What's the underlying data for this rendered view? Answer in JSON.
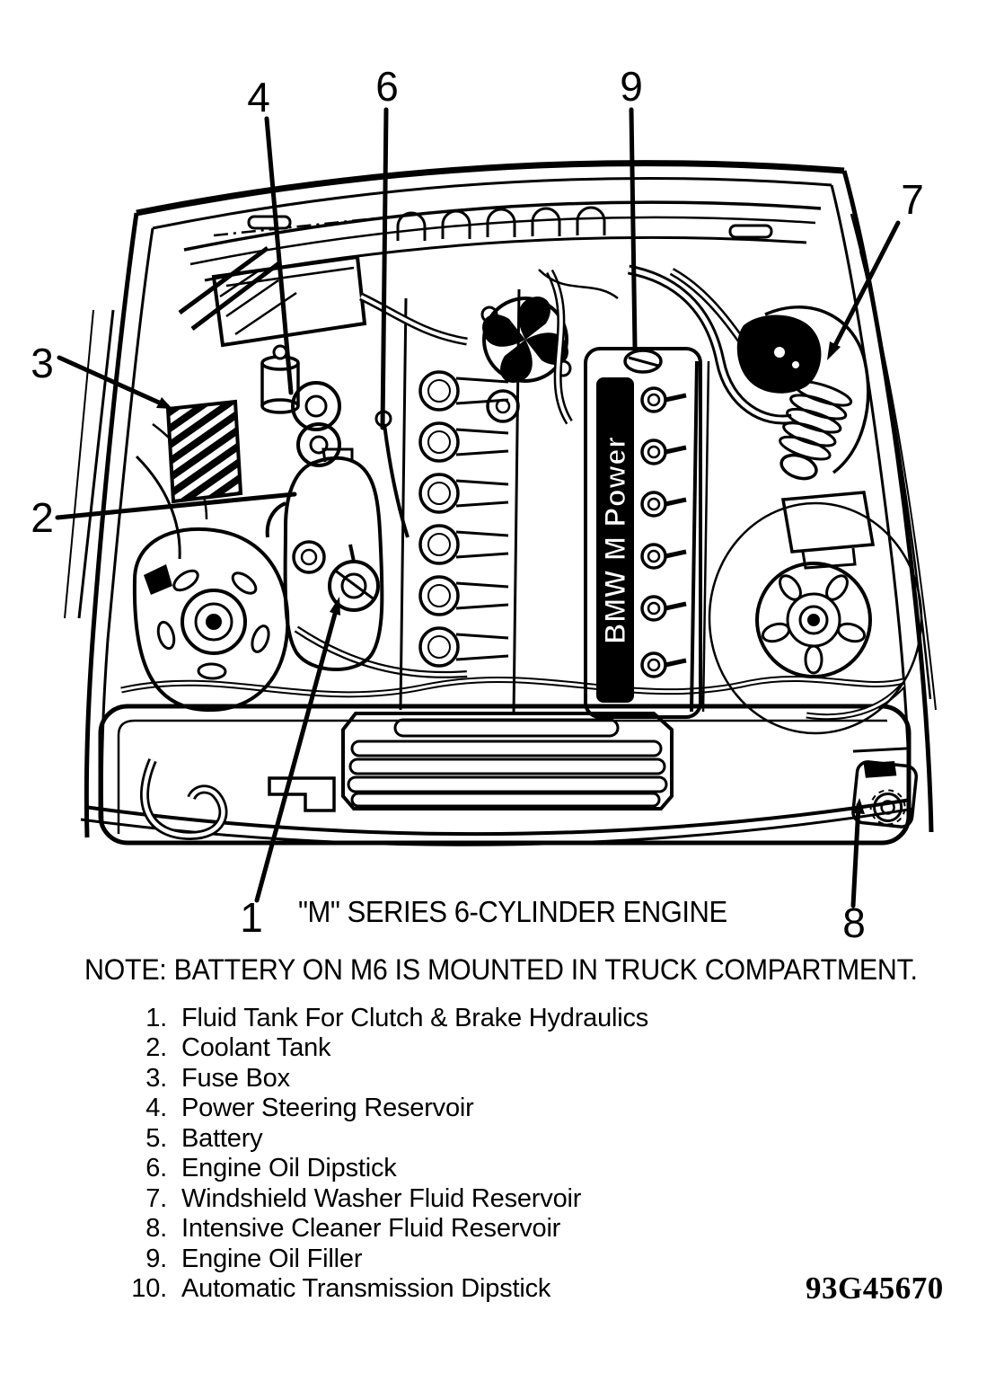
{
  "diagram": {
    "caption": "\"M\" SERIES 6-CYLINDER ENGINE",
    "note": "NOTE: BATTERY ON M6 IS MOUNTED IN TRUCK COMPARTMENT.",
    "valve_cover_text": "BMW M Power",
    "figure_code": "93G45670",
    "callouts": [
      {
        "number": "1",
        "points_to": "Fluid Tank For Clutch & Brake Hydraulics"
      },
      {
        "number": "2",
        "points_to": "Coolant Tank"
      },
      {
        "number": "3",
        "points_to": "Fuse Box"
      },
      {
        "number": "4",
        "points_to": "Power Steering Reservoir"
      },
      {
        "number": "6",
        "points_to": "Engine Oil Dipstick"
      },
      {
        "number": "7",
        "points_to": "Windshield Washer Fluid Reservoir"
      },
      {
        "number": "8",
        "points_to": "Intensive Cleaner Fluid Reservoir"
      },
      {
        "number": "9",
        "points_to": "Engine Oil Filler"
      }
    ]
  },
  "legend": {
    "items": [
      {
        "num": "1.",
        "label": "Fluid Tank For Clutch & Brake Hydraulics"
      },
      {
        "num": "2.",
        "label": "Coolant Tank"
      },
      {
        "num": "3.",
        "label": "Fuse Box"
      },
      {
        "num": "4.",
        "label": "Power Steering Reservoir"
      },
      {
        "num": "5.",
        "label": "Battery"
      },
      {
        "num": "6.",
        "label": "Engine Oil Dipstick"
      },
      {
        "num": "7.",
        "label": "Windshield Washer Fluid Reservoir"
      },
      {
        "num": "8.",
        "label": "Intensive Cleaner Fluid Reservoir"
      },
      {
        "num": "9.",
        "label": "Engine Oil Filler"
      },
      {
        "num": "10.",
        "label": "Automatic Transmission Dipstick"
      }
    ]
  }
}
